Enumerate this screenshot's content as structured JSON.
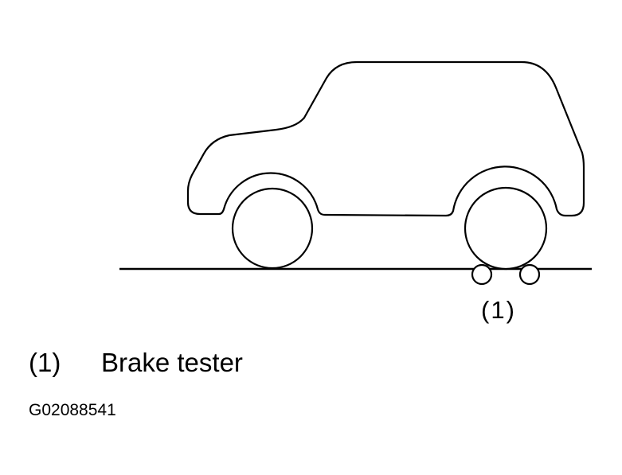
{
  "callout": {
    "label": "(1)"
  },
  "legend": {
    "items": [
      {
        "number": "(1)",
        "text": "Brake tester"
      }
    ]
  },
  "figure_id": "G02088541",
  "colors": {
    "line": "#000000",
    "background": "#ffffff"
  }
}
